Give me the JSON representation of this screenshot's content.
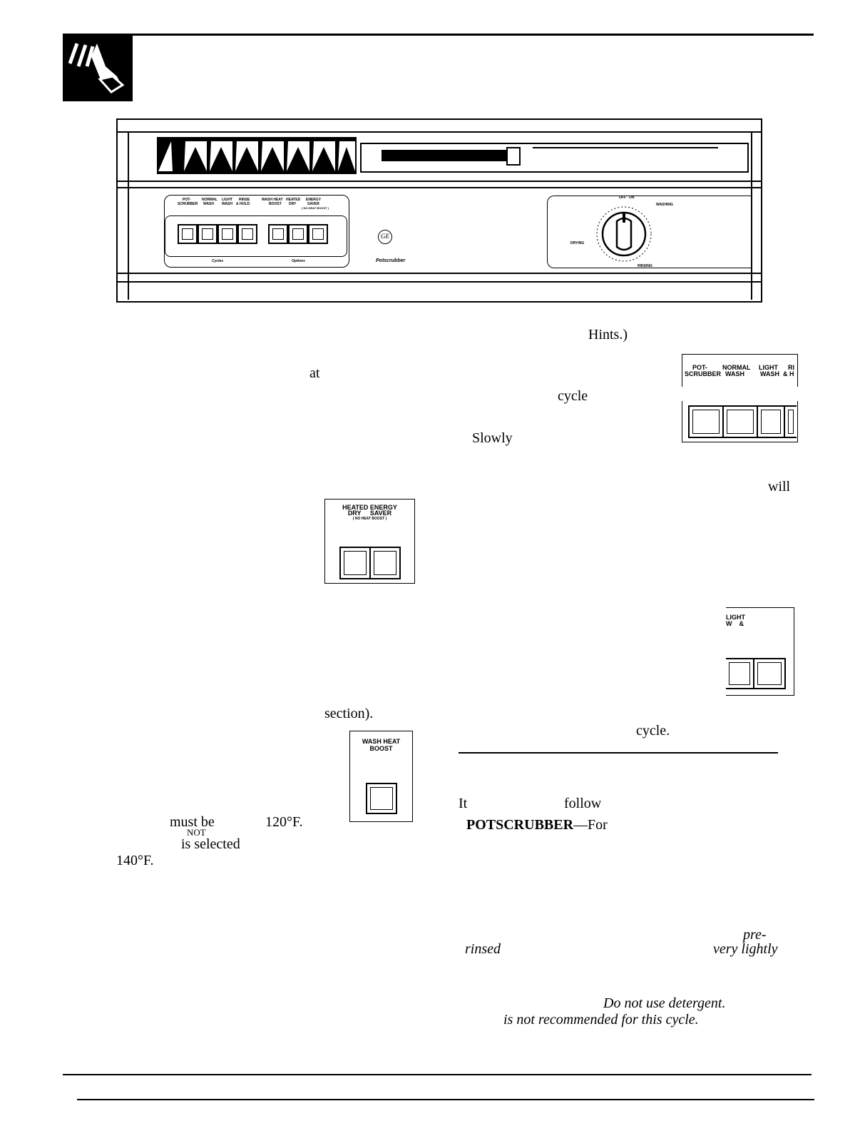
{
  "panel": {
    "cycle_labels": [
      {
        "l1": "POT-",
        "l2": "SCRUBBER"
      },
      {
        "l1": "NORMAL",
        "l2": "WASH"
      },
      {
        "l1": "LIGHT",
        "l2": "WASH"
      },
      {
        "l1": "RINSE",
        "l2": "& HOLD"
      }
    ],
    "option_labels": [
      {
        "l1": "WASH HEAT",
        "l2": "BOOST"
      },
      {
        "l1": "HEATED",
        "l2": "DRY"
      },
      {
        "l1": "ENERGY",
        "l2": "SAVER"
      }
    ],
    "option_note": "( NO HEAT BOOST )",
    "cycles_caption": "Cycles",
    "options_caption": "Options",
    "brand": "Potscrubber",
    "dial": {
      "off": "OFF",
      "on": "ON",
      "washing": "WASHING",
      "drying": "DRYING",
      "rinsing": "RINSING"
    }
  },
  "left_col": {
    "at": "at",
    "section": "section).",
    "must_be": "must be",
    "temp120": "120°F.",
    "not": "NOT",
    "is_selected": "is selected",
    "temp140": "140°F."
  },
  "right_col": {
    "hints": "Hints.)",
    "cycle1": "cycle",
    "slowly": "Slowly",
    "will": "will",
    "cycle2": "cycle.",
    "it": "It",
    "follow": "follow",
    "potscrubber": "POTSCRUBBER",
    "for": "—For",
    "pre": "pre-",
    "rinsed": "rinsed",
    "very_lightly": "very lightly",
    "no_detergent": "Do not use detergent.",
    "not_recommended": "is not recommended for this cycle."
  },
  "inset_cycles": {
    "labels": [
      {
        "l1": "POT-",
        "l2": "SCRUBBER"
      },
      {
        "l1": "NORMAL",
        "l2": "WASH"
      },
      {
        "l1": "LIGHT",
        "l2": "WASH"
      },
      {
        "l1": "RI",
        "l2": "& H"
      }
    ]
  },
  "inset_dry": {
    "l1": "HEATED  ENERGY",
    "l2": "DRY     SAVER",
    "l3": "( NO HEAT BOOST )"
  },
  "inset_light": {
    "l1": "LIGHT",
    "l2": "W    &"
  },
  "inset_boost": {
    "l1": "WASH HEAT",
    "l2": "BOOST"
  }
}
